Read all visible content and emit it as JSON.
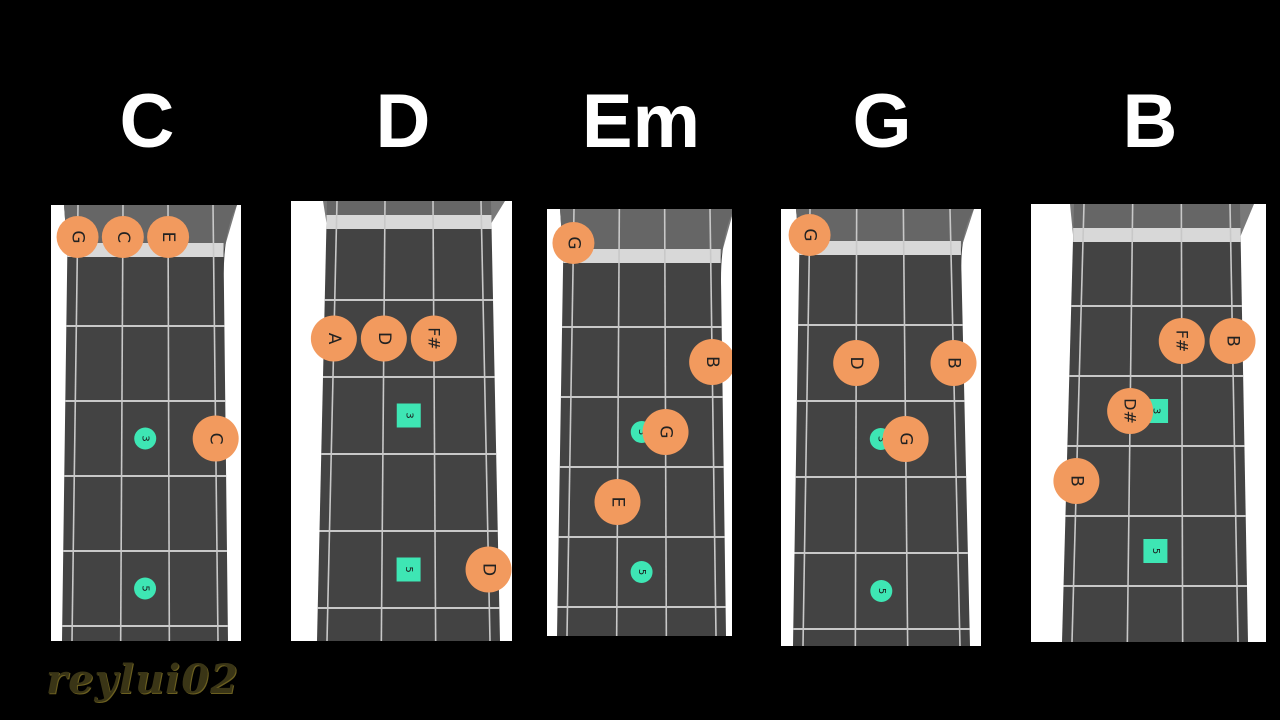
{
  "chords": [
    {
      "id": "C",
      "name": "C",
      "dots": [
        {
          "note": "G",
          "string": 1,
          "fret": 0,
          "color": "#f29a5e"
        },
        {
          "note": "C",
          "string": 2,
          "fret": 0,
          "color": "#f29a5e"
        },
        {
          "note": "E",
          "string": 3,
          "fret": 0,
          "color": "#f29a5e"
        },
        {
          "note": "C",
          "string": 4,
          "fret": 3,
          "color": "#f29a5e"
        }
      ],
      "markers": [
        {
          "label": "3",
          "fret": 3,
          "shape": "circle"
        },
        {
          "label": "5",
          "fret": 5,
          "shape": "circle"
        }
      ]
    },
    {
      "id": "D",
      "name": "D",
      "dots": [
        {
          "note": "A",
          "string": 1,
          "fret": 2,
          "color": "#f29a5e"
        },
        {
          "note": "D",
          "string": 2,
          "fret": 2,
          "color": "#f29a5e"
        },
        {
          "note": "F#",
          "string": 3,
          "fret": 2,
          "color": "#f29a5e"
        },
        {
          "note": "D",
          "string": 4,
          "fret": 5,
          "color": "#f29a5e"
        }
      ],
      "markers": [
        {
          "label": "3",
          "fret": 3,
          "shape": "square"
        },
        {
          "label": "5",
          "fret": 5,
          "shape": "square"
        }
      ]
    },
    {
      "id": "Em",
      "name": "Em",
      "dots": [
        {
          "note": "G",
          "string": 1,
          "fret": 0,
          "color": "#f29a5e"
        },
        {
          "note": "B",
          "string": 4,
          "fret": 2,
          "color": "#f29a5e"
        },
        {
          "note": "G",
          "string": 3,
          "fret": 3,
          "color": "#f29a5e"
        },
        {
          "note": "E",
          "string": 2,
          "fret": 4,
          "color": "#f29a5e"
        }
      ],
      "markers": [
        {
          "label": "3",
          "fret": 3,
          "shape": "circle"
        },
        {
          "label": "5",
          "fret": 5,
          "shape": "circle"
        }
      ]
    },
    {
      "id": "G",
      "name": "G",
      "dots": [
        {
          "note": "G",
          "string": 1,
          "fret": 0,
          "color": "#f29a5e"
        },
        {
          "note": "D",
          "string": 2,
          "fret": 2,
          "color": "#f29a5e"
        },
        {
          "note": "B",
          "string": 4,
          "fret": 2,
          "color": "#f29a5e"
        },
        {
          "note": "G",
          "string": 3,
          "fret": 3,
          "color": "#f29a5e"
        }
      ],
      "markers": [
        {
          "label": "3",
          "fret": 3,
          "shape": "circle"
        },
        {
          "label": "5",
          "fret": 5,
          "shape": "circle"
        }
      ]
    },
    {
      "id": "B",
      "name": "B",
      "dots": [
        {
          "note": "F#",
          "string": 3,
          "fret": 2,
          "color": "#f29a5e"
        },
        {
          "note": "B",
          "string": 4,
          "fret": 2,
          "color": "#f29a5e"
        },
        {
          "note": "D#",
          "string": 2,
          "fret": 3,
          "color": "#f29a5e"
        },
        {
          "note": "B",
          "string": 1,
          "fret": 4,
          "color": "#f29a5e"
        }
      ],
      "markers": [
        {
          "label": "3",
          "fret": 3,
          "shape": "square"
        },
        {
          "label": "5",
          "fret": 5,
          "shape": "square"
        }
      ]
    }
  ],
  "watermark": "reylui02",
  "colors": {
    "fretboard": "#434343",
    "nut_area": "#6a6a6a",
    "nut": "#d8d8d8",
    "string_fret": "#c8c8c8",
    "marker": "#3ee6b4",
    "dot": "#f29a5e",
    "panel_bg": "#ffffff"
  }
}
